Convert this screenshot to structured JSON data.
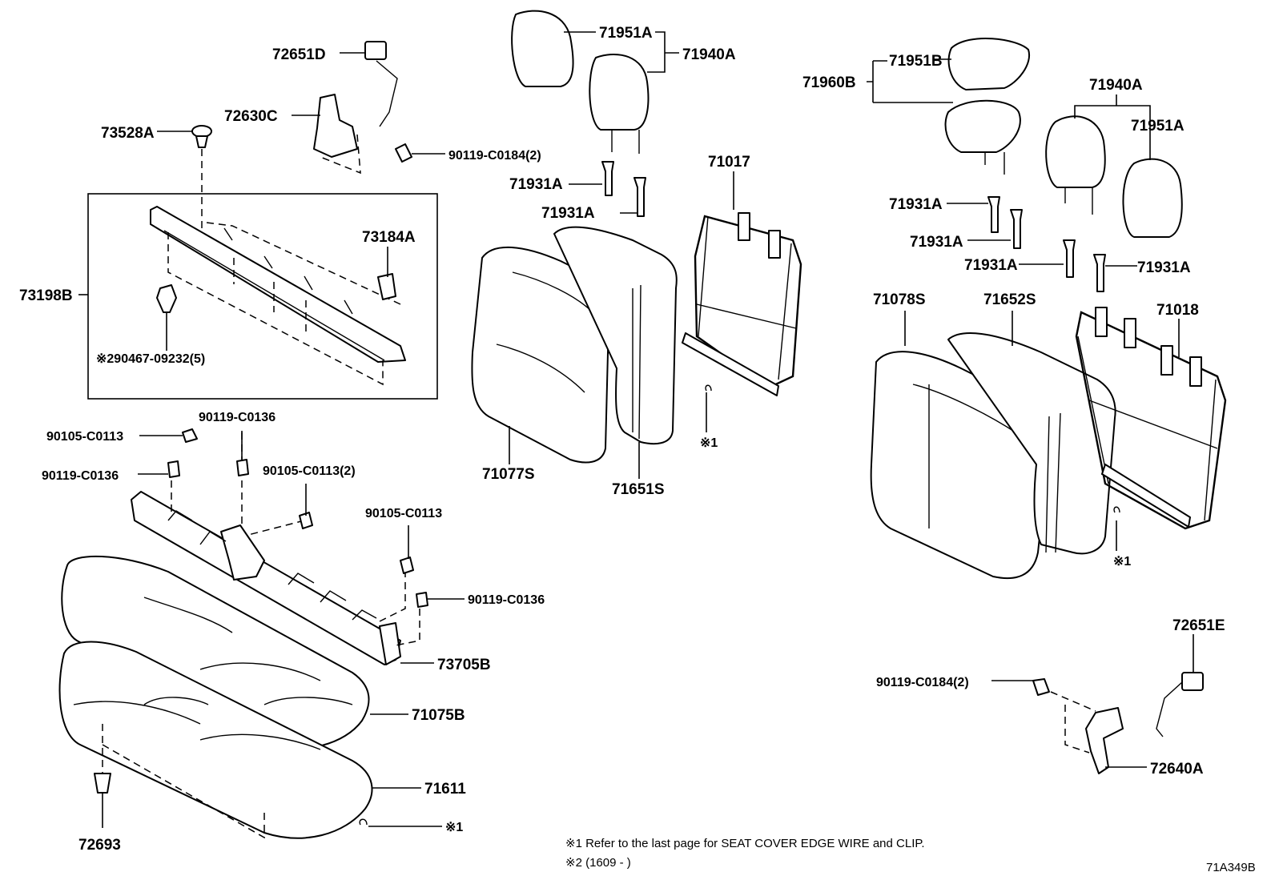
{
  "diagram_code": "71A349B",
  "notes": [
    "※1  Refer to the last page for SEAT COVER EDGE WIRE and CLIP.",
    "※2  (1609 -      )"
  ],
  "labels": {
    "p72651D": "72651D",
    "p72630C": "72630C",
    "p73528A": "73528A",
    "p90119_C0184_2_top": "90119-C0184(2)",
    "p73184A": "73184A",
    "p73198B": "73198B",
    "p290467": "※290467-09232(5)",
    "p90105_C0113_a": "90105-C0113",
    "p90119_C0136_a": "90119-C0136",
    "p90119_C0136_b": "90119-C0136",
    "p90105_C0113_2": "90105-C0113(2)",
    "p90105_C0113_b": "90105-C0113",
    "p90119_C0136_c": "90119-C0136",
    "p73705B": "73705B",
    "p71075B": "71075B",
    "p71611": "71611",
    "p72693": "72693",
    "p_ref1_bottom": "※1",
    "p71951A_l": "71951A",
    "p71940A_l": "71940A",
    "p71931A_l1": "71931A",
    "p71931A_l2": "71931A",
    "p71017": "71017",
    "p71077S": "71077S",
    "p71651S": "71651S",
    "p_ref1_mid": "※1",
    "p71960B": "71960B",
    "p71951B": "71951B",
    "p71940A_r": "71940A",
    "p71951A_r": "71951A",
    "p71931A_r1": "71931A",
    "p71931A_r2": "71931A",
    "p71931A_r3": "71931A",
    "p71931A_r4": "71931A",
    "p71078S": "71078S",
    "p71652S": "71652S",
    "p71018": "71018",
    "p_ref1_right": "※1",
    "p72651E": "72651E",
    "p90119_C0184_2_bot": "90119-C0184(2)",
    "p72640A": "72640A"
  }
}
